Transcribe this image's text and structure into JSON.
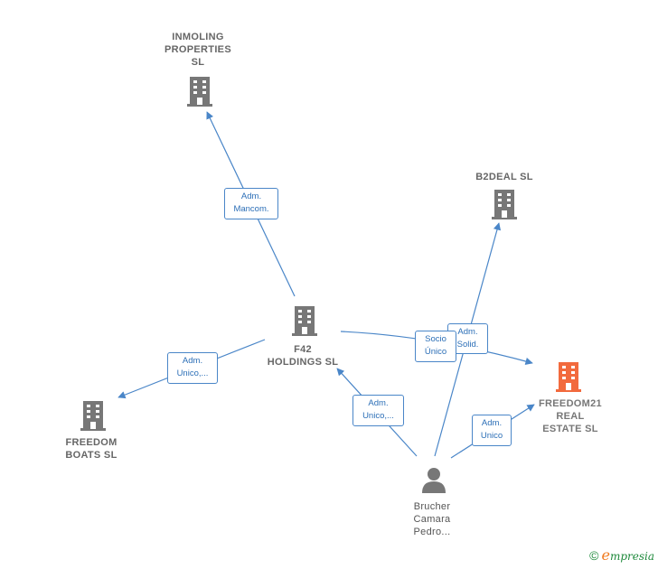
{
  "colors": {
    "edge": "#4a86c8",
    "company": "#777777",
    "focus_company": "#f26a3d",
    "person": "#777777"
  },
  "nodes": {
    "inmoling": {
      "label": "INMOLING\nPROPERTIES\nSL",
      "icon": "building-icon"
    },
    "b2deal": {
      "label": "B2DEAL SL",
      "icon": "building-icon"
    },
    "f42": {
      "label": "F42\nHOLDINGS SL",
      "icon": "building-icon"
    },
    "freedom_boats": {
      "label": "FREEDOM\nBOATS SL",
      "icon": "building-icon"
    },
    "freedom21": {
      "label": "FREEDOM21\nREAL\nESTATE SL",
      "icon": "building-icon"
    },
    "brucher": {
      "label": "Brucher\nCamara\nPedro...",
      "icon": "person-icon"
    }
  },
  "edges": {
    "f42_inmoling": "Adm.\nMancom.",
    "f42_boats": "Adm.\nUnico,...",
    "f42_freedom21": "Socio\nÚnico",
    "brucher_b2deal": "Adm.\nSolid.",
    "brucher_f42": "Adm.\nUnico,...",
    "brucher_freedom21": "Adm.\nUnico"
  },
  "footer": {
    "copyright_symbol": "©",
    "brand_initial": "e",
    "brand_rest": "mpresia"
  }
}
